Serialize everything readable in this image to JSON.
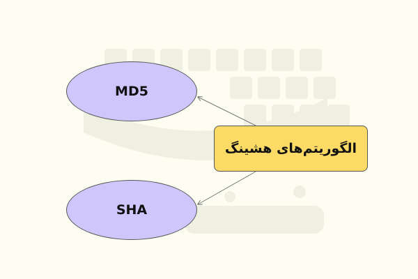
{
  "diagram": {
    "root": {
      "label": "الگوریتم‌های هشینگ"
    },
    "children": [
      {
        "label": "MD5"
      },
      {
        "label": "SHA"
      }
    ]
  },
  "colors": {
    "background": "#fdfdf1",
    "child_fill": "#cfc7fb",
    "root_fill": "#fbdb66",
    "stroke": "#555555",
    "edge": "#7a7a7a",
    "watermark": "#efefe2"
  }
}
